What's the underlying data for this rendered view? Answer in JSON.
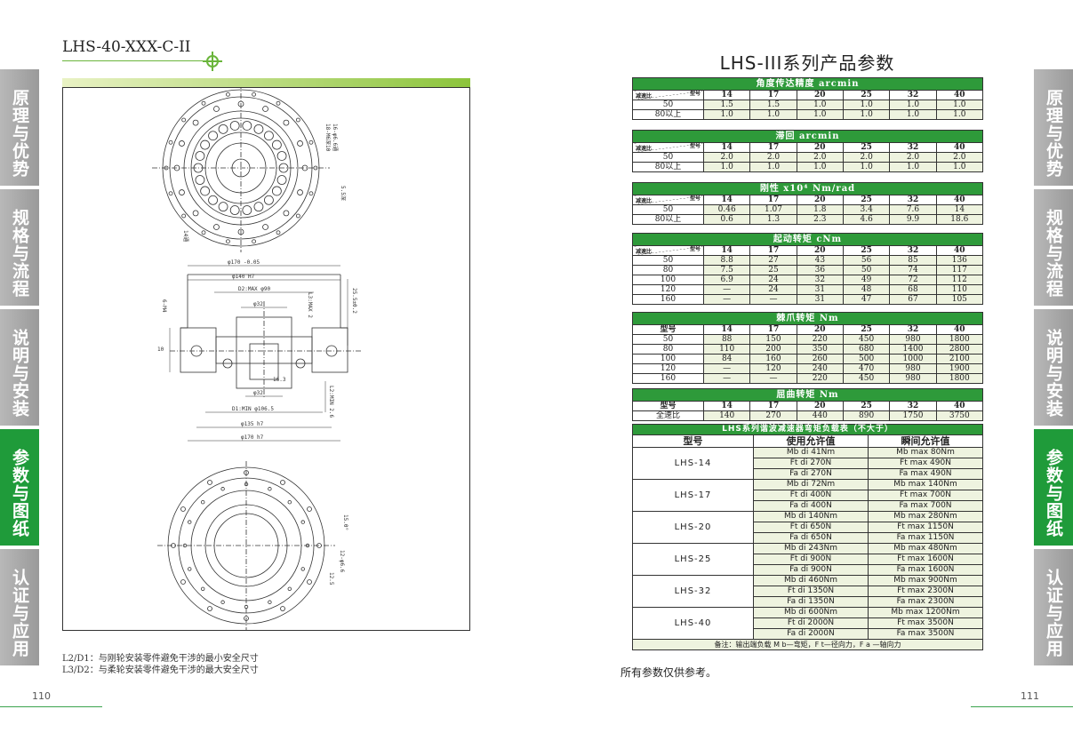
{
  "side_tabs": [
    "原理与优势",
    "规格与流程",
    "说明与安装",
    "参数与图纸",
    "认证与应用"
  ],
  "active_tab": 3,
  "left_page": {
    "header": "LHS-40-XXX-C-II",
    "notes": [
      "L2/D1：与刚轮安装零件避免干涉的最小安全尺寸",
      "L3/D2：与柔轮安装零件避免干涉的最大安全尺寸"
    ],
    "page_number": "110",
    "dims": {
      "d170_top": "φ170 -0.05",
      "d140": "φ140 H7",
      "d2max": "D2:MAX φ90",
      "l3max": "L3:MAX 2",
      "d32a": "φ32",
      "d32b": "φ32",
      "d10": "10",
      "d16": "16.3",
      "l2min": "L2:MIN 2.6",
      "d1min": "D1:MIN φ106.5",
      "d135": "φ135 h7",
      "d170_bot": "φ170 h7",
      "d255": "25.5±0.2",
      "tag1": "18-M6深10",
      "tag2": "16-φ6.6通",
      "tag3": "5.5深",
      "tag4": "14通",
      "tag5": "6-M4",
      "ang": "15.0°",
      "tag6": "12-φ6.6",
      "tag7": "12.5"
    }
  },
  "right_page": {
    "title": "LHS-III系列产品参数",
    "page_number": "111",
    "disclaimer": "所有参数仅供参考。",
    "models": [
      "14",
      "17",
      "20",
      "25",
      "32",
      "40"
    ],
    "diag_top": "型号",
    "diag_bottom": "减速比",
    "tables": [
      {
        "title": "角度传达精度 arcmin",
        "rows": [
          [
            "50",
            "1.5",
            "1.5",
            "1.0",
            "1.0",
            "1.0",
            "1.0"
          ],
          [
            "80以上",
            "1.0",
            "1.0",
            "1.0",
            "1.0",
            "1.0",
            "1.0"
          ]
        ],
        "diag": true
      },
      {
        "title": "滞回 arcmin",
        "rows": [
          [
            "50",
            "2.0",
            "2.0",
            "2.0",
            "2.0",
            "2.0",
            "2.0"
          ],
          [
            "80以上",
            "1.0",
            "1.0",
            "1.0",
            "1.0",
            "1.0",
            "1.0"
          ]
        ],
        "diag": true
      },
      {
        "title": "刚性 x10⁴ Nm/rad",
        "rows": [
          [
            "50",
            "0.46",
            "1.07",
            "1.8",
            "3.4",
            "7.6",
            "14"
          ],
          [
            "80以上",
            "0.6",
            "1.3",
            "2.3",
            "4.6",
            "9.9",
            "18.6"
          ]
        ],
        "diag": true
      },
      {
        "title": "起动转矩 cNm",
        "rows": [
          [
            "50",
            "8.8",
            "27",
            "43",
            "56",
            "85",
            "136"
          ],
          [
            "80",
            "7.5",
            "25",
            "36",
            "50",
            "74",
            "117"
          ],
          [
            "100",
            "6.9",
            "24",
            "32",
            "49",
            "72",
            "112"
          ],
          [
            "120",
            "—",
            "24",
            "31",
            "48",
            "68",
            "110"
          ],
          [
            "160",
            "—",
            "—",
            "31",
            "47",
            "67",
            "105"
          ]
        ],
        "diag": true
      },
      {
        "title": "棘爪转矩 Nm",
        "label": "型号",
        "rows": [
          [
            "50",
            "88",
            "150",
            "220",
            "450",
            "980",
            "1800"
          ],
          [
            "80",
            "110",
            "200",
            "350",
            "680",
            "1400",
            "2800"
          ],
          [
            "100",
            "84",
            "160",
            "260",
            "500",
            "1000",
            "2100"
          ],
          [
            "120",
            "—",
            "120",
            "240",
            "470",
            "980",
            "1900"
          ],
          [
            "160",
            "—",
            "—",
            "220",
            "450",
            "980",
            "1800"
          ]
        ],
        "diag": false
      },
      {
        "title": "屈曲转矩 Nm",
        "label": "型号",
        "rows": [
          [
            "全速比",
            "140",
            "270",
            "440",
            "890",
            "1750",
            "3750"
          ]
        ],
        "diag": false
      }
    ],
    "load_table": {
      "title": "LHS系列谐波减速器弯矩负载表（不大于）",
      "headers": [
        "型号",
        "使用允许值",
        "瞬间允许值"
      ],
      "rows": [
        {
          "model": "LHS-14",
          "allow": [
            "Mb di 41Nm",
            "Ft di 270N",
            "Fa di 270N"
          ],
          "inst": [
            "Mb max 80Nm",
            "Ft max 490N",
            "Fa max 490N"
          ]
        },
        {
          "model": "LHS-17",
          "allow": [
            "Mb di 72Nm",
            "Ft di 400N",
            "Fa di 400N"
          ],
          "inst": [
            "Mb max 140Nm",
            "Ft max 700N",
            "Fa max 700N"
          ]
        },
        {
          "model": "LHS-20",
          "allow": [
            "Mb di 140Nm",
            "Ft di 650N",
            "Fa di 650N"
          ],
          "inst": [
            "Mb max 280Nm",
            "Ft max 1150N",
            "Fa max 1150N"
          ]
        },
        {
          "model": "LHS-25",
          "allow": [
            "Mb di 243Nm",
            "Ft di 900N",
            "Fa di 900N"
          ],
          "inst": [
            "Mb max 480Nm",
            "Ft max 1600N",
            "Fa max 1600N"
          ]
        },
        {
          "model": "LHS-32",
          "allow": [
            "Mb di 460Nm",
            "Ft di 1350N",
            "Fa di 1350N"
          ],
          "inst": [
            "Mb max 900Nm",
            "Ft max 2300N",
            "Fa max 2300N"
          ]
        },
        {
          "model": "LHS-40",
          "allow": [
            "Mb di 600Nm",
            "Ft di 2000N",
            "Fa di 2000N"
          ],
          "inst": [
            "Mb max 1200Nm",
            "Ft max 3500N",
            "Fa max 3500N"
          ]
        }
      ],
      "note": "备注：输出端负载 M b—弯矩，F t—径向力，F a —轴向力"
    }
  }
}
